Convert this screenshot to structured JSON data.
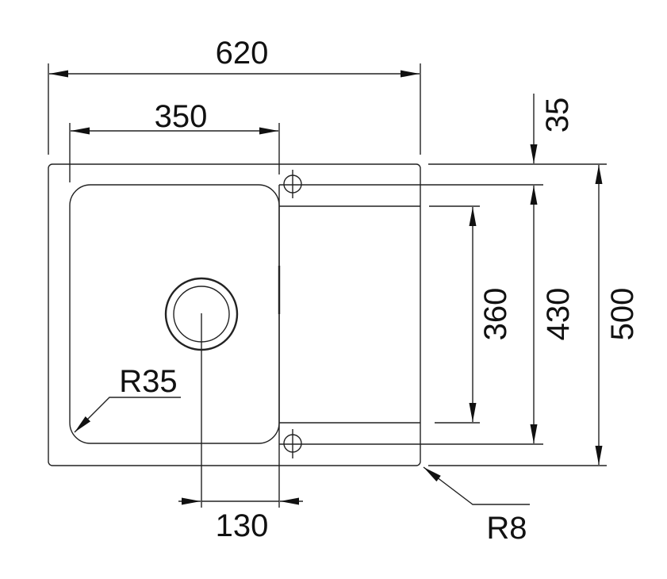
{
  "drawing": {
    "dimensions": {
      "overall_width": "620",
      "bowl_width": "350",
      "top_offset": "35",
      "inner_depth": "360",
      "hole_spacing": "430",
      "overall_depth": "500",
      "drain_offset": "130",
      "bowl_radius": "R35",
      "corner_radius": "R8"
    }
  }
}
